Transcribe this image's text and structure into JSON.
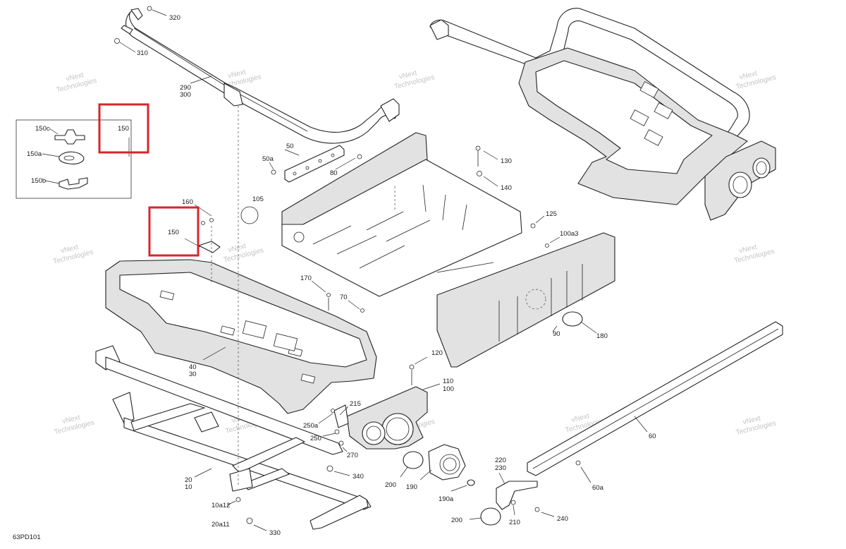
{
  "diagram_code": "63PD101",
  "watermark": {
    "line1": "vNext",
    "line2": "Technologies",
    "inline": "vNext Technologies"
  },
  "highlight_color": "#d7262d",
  "callouts": {
    "c320": "320",
    "c310": "310",
    "c290": "290",
    "c300": "300",
    "c150c": "150c",
    "c150_inset": "150",
    "c150a": "150a",
    "c150b": "150b",
    "c50": "50",
    "c50a": "50a",
    "c80": "80",
    "c130": "130",
    "c140": "140",
    "c105": "105",
    "c160": "160",
    "c150": "150",
    "c125": "125",
    "c100a3": "100a3",
    "c170": "170",
    "c70": "70",
    "c90": "90",
    "c180": "180",
    "c120": "120",
    "c110": "110",
    "c100": "100",
    "c40": "40",
    "c30": "30",
    "c215": "215",
    "c250a": "250a",
    "c250": "250",
    "c270": "270",
    "c340": "340",
    "c200a": "200",
    "c190": "190",
    "c190a": "190a",
    "c220": "220",
    "c230": "230",
    "c200b": "200",
    "c210": "210",
    "c240": "240",
    "c20": "20",
    "c10": "10",
    "c10a12": "10a12",
    "c20a11": "20a11",
    "c330": "330",
    "c60": "60",
    "c60a": "60a"
  }
}
